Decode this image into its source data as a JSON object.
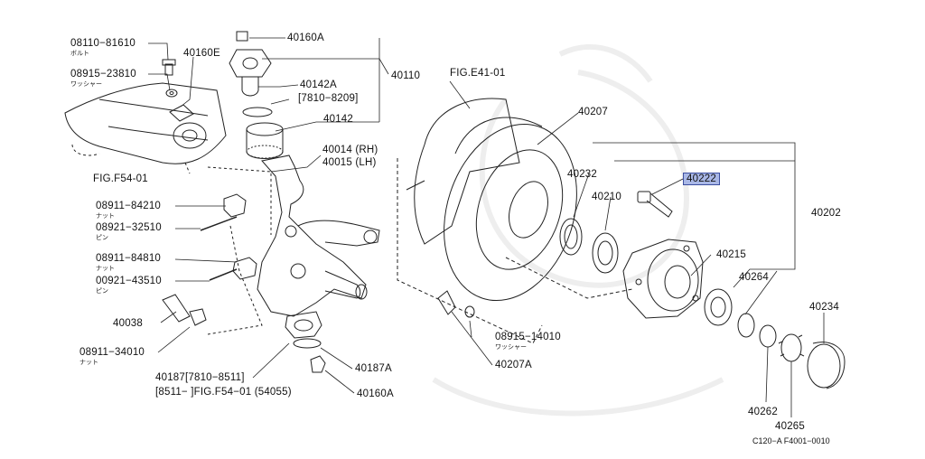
{
  "parts": {
    "p08110": "08110−81610",
    "p08110_sub": "ボルト",
    "p40160E": "40160E",
    "p08915a": "08915−23810",
    "p08915a_sub": "ワッシャー",
    "p40160A_top": "40160A",
    "p40110": "40110",
    "p40142A": "40142A",
    "p40142A_range": "[7810−8209]",
    "p40142": "40142",
    "p40014": "40014 (RH)",
    "p40015": "40015 (LH)",
    "figF54": "FIG.F54-01",
    "p08911a": "08911−84210",
    "p08911a_sub": "ナット",
    "p08921a": "08921−32510",
    "p08921a_sub": "ピン",
    "p08911b": "08911−84810",
    "p08911b_sub": "ナット",
    "p00921": "00921−43510",
    "p00921_sub": "ピン",
    "p40038": "40038",
    "p08911c": "08911−34010",
    "p08911c_sub": "ナット",
    "p40187_line1": "40187[7810−8511]",
    "p40187_line2": "[8511−    ]FIG.F54−01 (54055)",
    "p40187A": "40187A",
    "p40160A_bot": "40160A",
    "figE41": "FIG.E41-01",
    "p40207": "40207",
    "p40232": "40232",
    "p40210": "40210",
    "p40222": "40222",
    "p40202": "40202",
    "p40215": "40215",
    "p40264": "40264",
    "p40234": "40234",
    "p08915b": "08915−14010",
    "p08915b_sub": "ワッシャー",
    "p40207A": "40207A",
    "p40262": "40262",
    "p40265": "40265"
  },
  "highlighted_part": "40222",
  "highlight_color": "#a9b7e6",
  "diagram_code": "C120−A  F4001−0010"
}
